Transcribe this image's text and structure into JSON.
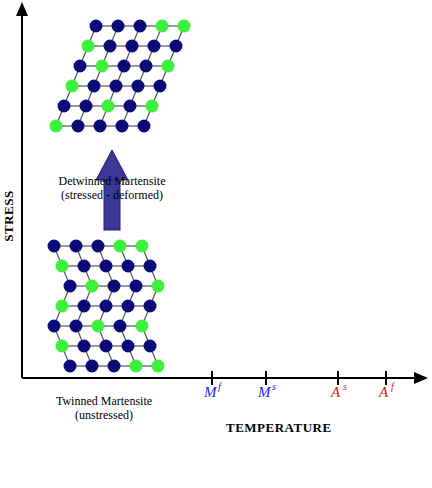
{
  "diagram": {
    "labels": [
      "Detwinned Martensite (stressed - deformed)",
      "STRESS",
      "Twinned Martensite (unstressed)",
      "M",
      "f",
      "M",
      "s",
      "A",
      "s",
      "A",
      "f",
      "TEMPERATURE"
    ]
  }
}
